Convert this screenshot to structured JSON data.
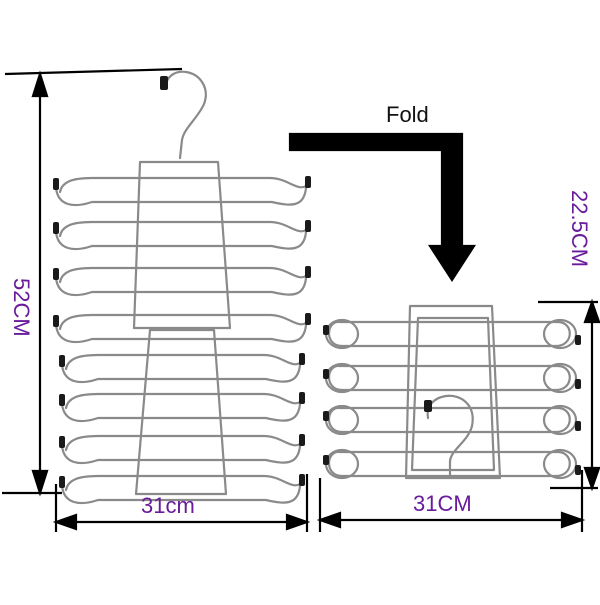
{
  "labels": {
    "fold": "Fold",
    "height_unfolded": "52CM",
    "width_unfolded": "31cm",
    "height_folded": "22.5CM",
    "width_folded": "31CM"
  },
  "colors": {
    "text_fold": "#111111",
    "text_dimension": "#6a1b9a",
    "line": "#000000",
    "wire": "#8a8a8a",
    "tip": "#1a1a1a"
  }
}
